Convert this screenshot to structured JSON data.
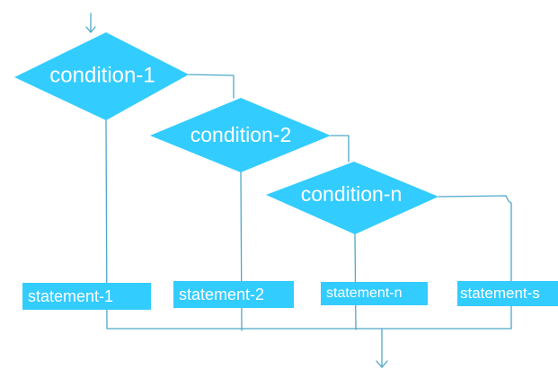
{
  "colors": {
    "shape_fill": "#33ccff",
    "connector": "#4fa8c8",
    "text": "#ffffff",
    "background": "#ffffff"
  },
  "conditions": [
    "condition-1",
    "condition-2",
    "condition-n"
  ],
  "statements": [
    "statement-1",
    "statement-2",
    "statement-n",
    "statement-s"
  ]
}
